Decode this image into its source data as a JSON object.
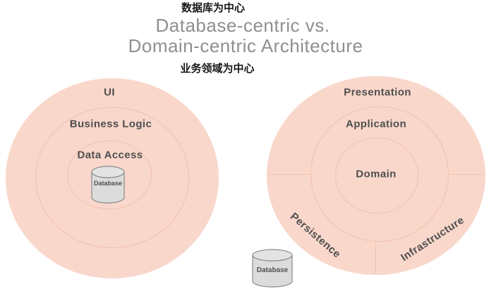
{
  "header": {
    "subtitle_top": "数据库为中心",
    "title_line1": "Database-centric vs.",
    "title_line2": "Domain-centric Architecture",
    "subtitle_bottom": "业务领域为中心"
  },
  "left_diagram": {
    "kind": "database-centric",
    "rings": [
      "UI",
      "Business Logic",
      "Data Access"
    ],
    "database_label": "Database"
  },
  "right_diagram": {
    "kind": "domain-centric",
    "rings": [
      "Presentation",
      "Application",
      "Domain"
    ],
    "outer_segments": [
      "Persistence",
      "Infrastructure"
    ],
    "database_label": "Database"
  },
  "colors": {
    "circle_fill": "#f9d7cb",
    "ring_line": "#f3c1a8",
    "title_gray": "#8f8f8f",
    "label_gray": "#4f4f4f",
    "cjk_black": "#161616",
    "cylinder_fill": "#dcdcdc",
    "cylinder_top_fill": "#e3e3e3",
    "cylinder_stroke": "#8a8a8a",
    "page_bg": "#ffffff"
  }
}
